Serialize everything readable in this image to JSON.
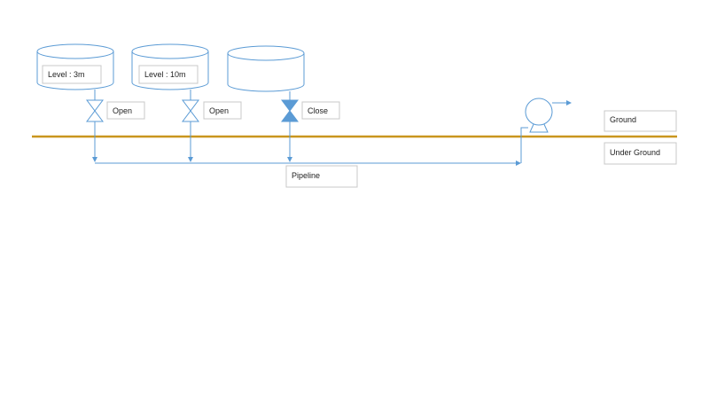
{
  "tanks": [
    {
      "level_label": "Level : 3m",
      "valve_state": "Open"
    },
    {
      "level_label": "Level : 10m",
      "valve_state": "Open"
    },
    {
      "level_label": "",
      "valve_state": "Close"
    }
  ],
  "pipeline_label": "Pipeline",
  "ground_label": "Ground",
  "underground_label": "Under Ground",
  "colors": {
    "line": "#5b9bd5",
    "ground_line": "#c9961e",
    "valve_closed_fill": "#5b9bd5",
    "box_border": "#c8c8c8"
  },
  "icons": [
    "tank-icon",
    "valve-icon",
    "pump-icon",
    "arrow-icon"
  ]
}
